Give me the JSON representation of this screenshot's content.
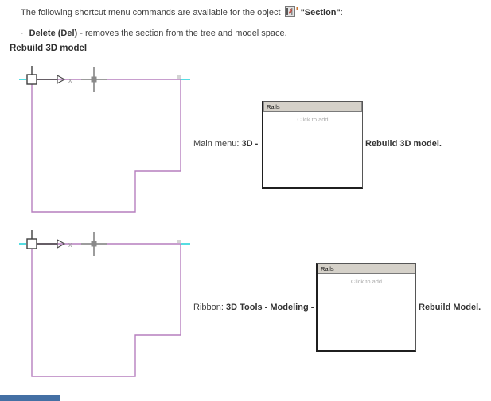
{
  "intro": {
    "text_before": "The following shortcut menu commands are available for the object ",
    "object_label": "\"Section\"",
    "colon": ":"
  },
  "delete_item": {
    "bullet": "·",
    "label": "Delete (Del)",
    "description": " - removes the section from the tree and model space."
  },
  "section_heading": "Rebuild 3D model",
  "row1": {
    "left_label_regular": "Main menu: ",
    "left_label_bold": "3D -",
    "right_label": "Rebuild 3D model."
  },
  "row2": {
    "left_label_regular": "Ribbon: ",
    "left_label_bold": "3D Tools - Modeling -",
    "right_label": "Rebuild Model."
  },
  "rails_panel": {
    "title": "Rails",
    "placeholder": "Click to add"
  },
  "diagram": {
    "axis_label_x": "x"
  },
  "colors": {
    "outline_magenta": "#b67fbe",
    "axis_cyan": "#55dde2",
    "crosshair_gray": "#9c9c9c",
    "selection_blue": "#4470a4",
    "panel_header_bg": "#d5d1c9",
    "placeholder_gray": "#adadad",
    "body_text": "#3f3f3f"
  }
}
